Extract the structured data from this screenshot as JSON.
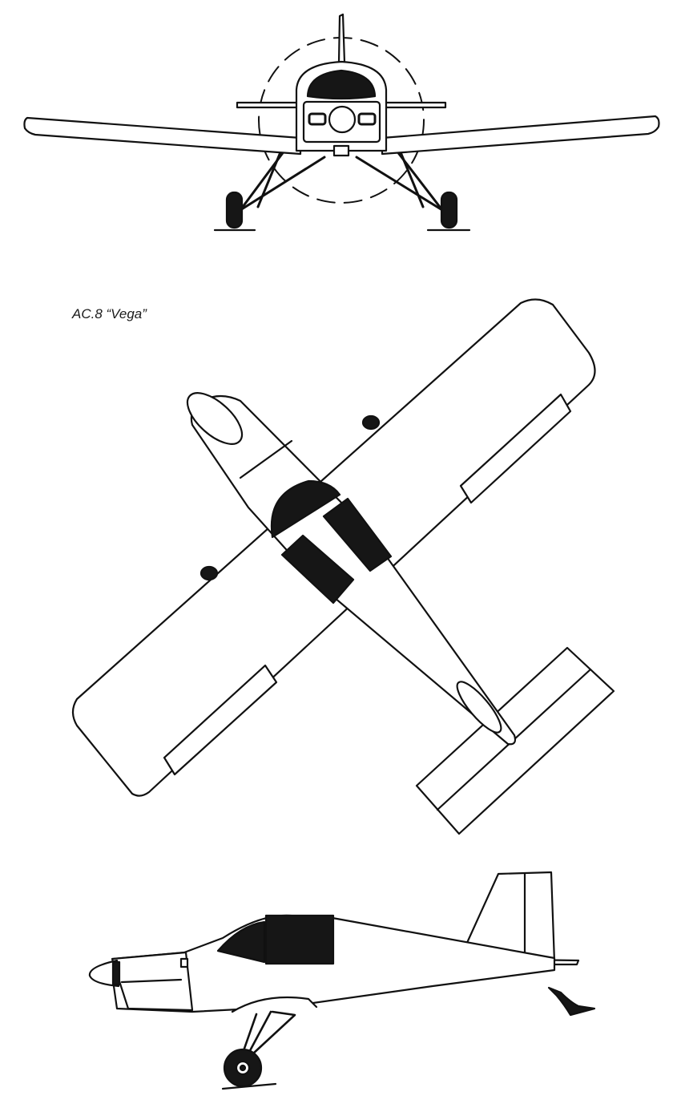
{
  "drawing": {
    "title": "AC.8 “Vega”",
    "views": [
      {
        "id": "front-view"
      },
      {
        "id": "top-view"
      },
      {
        "id": "side-view"
      }
    ],
    "colors": {
      "ink": "#111111",
      "fill": "#ffffff",
      "dark": "#161616"
    }
  }
}
